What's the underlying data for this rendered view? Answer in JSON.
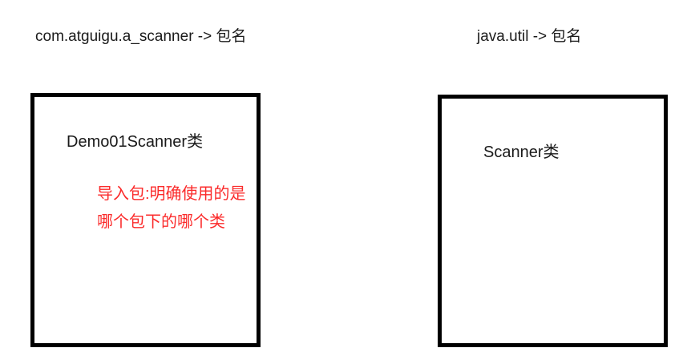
{
  "left": {
    "package_label": "com.atguigu.a_scanner -> 包名",
    "class_name": "Demo01Scanner类",
    "note_line1": "导入包:明确使用的是",
    "note_line2": "哪个包下的哪个类"
  },
  "right": {
    "package_label": "java.util -> 包名",
    "class_name": "Scanner类"
  },
  "colors": {
    "canvas_bg": "#ffffff",
    "box_border": "#000000",
    "label_text": "#1a1a1a",
    "note_text": "#fb2b2b"
  }
}
